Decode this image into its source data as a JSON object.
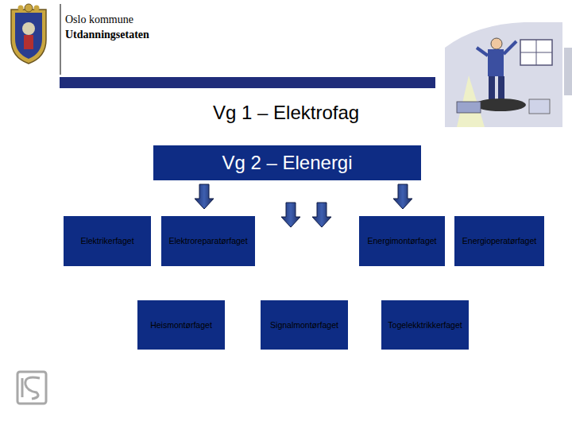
{
  "diagram": {
    "title": "Vg 1 – Elektrofag",
    "nodes": [
      {
        "text": [
          "Vg 2 – Elenergi"
        ]
      },
      {
        "text": [
          "Elektrikerfaget"
        ]
      },
      {
        "text": [
          "Elektroreparatørfaget"
        ]
      },
      {
        "text": [
          "Energimontørfaget"
        ]
      },
      {
        "text": [
          "Energioperatørfaget"
        ]
      },
      {
        "text": [
          "Heismontørfaget"
        ]
      },
      {
        "text": [
          "Signalmontørfaget"
        ]
      },
      {
        "text": [
          "Togelekktrikkerfaget"
        ]
      }
    ],
    "labels": [
      "Oslo kommune",
      "Utdanningsetaten"
    ]
  }
}
